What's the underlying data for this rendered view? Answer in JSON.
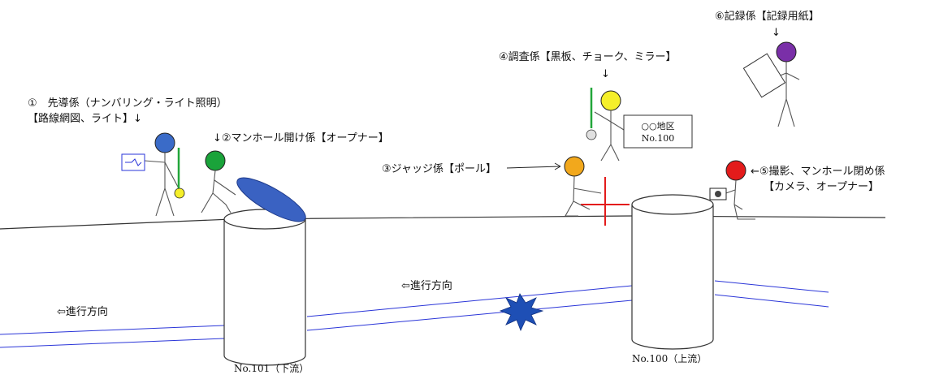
{
  "roles": {
    "leader_line1": "①　先導係（ナンバリング・ライト照明）",
    "leader_line2": "【路線網図、ライト】↓",
    "opener": "↓②マンホール開け係【オープナー】",
    "judge": "③ジャッジ係【ポール】",
    "inspector_line1": "④調査係【黒板、チョーク、ミラー】",
    "inspector_line2": "↓",
    "photographer_line1": "←⑤撮影、マンホール閉め係",
    "photographer_line2": "【カメラ、オープナー】",
    "recorder_line1": "⑥記録係【記録用紙】",
    "recorder_line2": "↓"
  },
  "blackboard": {
    "line1": "○○地区",
    "line2": "No.100"
  },
  "direction": {
    "left": "⇦進行方向",
    "middle": "⇦進行方向"
  },
  "manholes": {
    "downstream": "No.101（下流）",
    "upstream": "No.100（上流）"
  },
  "colors": {
    "leader_head": "#3a6bc8",
    "opener_head": "#1aa33a",
    "judge_head": "#f2a81c",
    "inspector_head": "#f5ef2a",
    "photographer_head": "#e31b1b",
    "recorder_head": "#7a2fa8",
    "manhole_cover": "#3a62c2",
    "pipe_line": "#2a35d8",
    "pole_green": "#22a63a",
    "damage": "#1e4fb5"
  }
}
